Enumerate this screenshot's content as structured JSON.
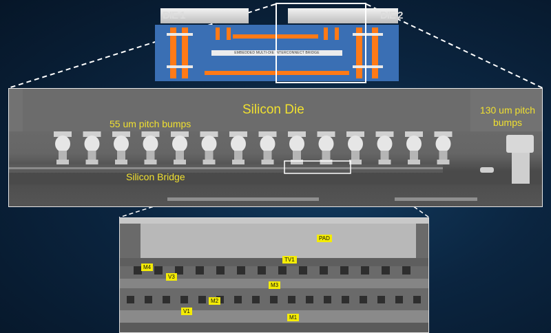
{
  "package": {
    "die1_label": "DIE 1",
    "die2_label": "DIE 2",
    "bridge_label": "EMBEDDED MULTI-DIE INTERCONNECT BRIDGE"
  },
  "cross_section": {
    "die_label": "Silicon Die",
    "bridge_label": "Silicon Bridge",
    "small_bumps_label": "55 um pitch bumps",
    "large_bumps_label": "130 um pitch bumps"
  },
  "detail": {
    "labels": [
      "PAD",
      "TV1",
      "M4",
      "V3",
      "M3",
      "M2",
      "V1",
      "M1"
    ]
  },
  "colors": {
    "background": "#0b2540",
    "substrate": "#3a6fb4",
    "interconnect": "#ff7a17",
    "label_text": "#f0e030",
    "tag_fill": "#f4ec05"
  }
}
